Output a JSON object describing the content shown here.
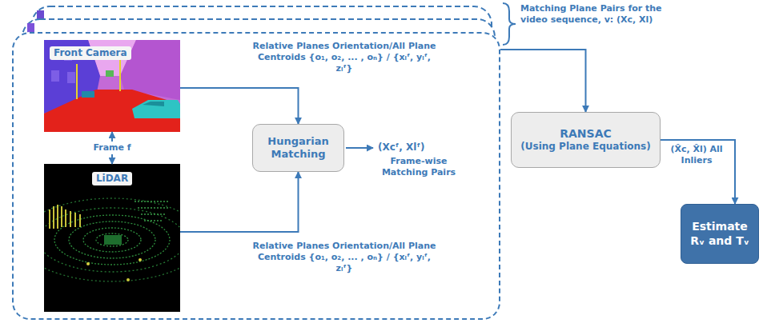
{
  "diagram": {
    "nodes": [
      {
        "text": [
          "Matching Plane Pairs for the video sequence, v: (Xc, Xl)"
        ]
      },
      {
        "text": [
          "Front Camera"
        ],
        "in": 0
      },
      {
        "text": [
          "LiDAR"
        ],
        "in": 0
      },
      {
        "text": [
          "Hungarian Matching"
        ],
        "in": 0
      },
      {
        "text": [
          "RANSAC",
          "(Using Plane Equations)"
        ]
      },
      {
        "text": [
          "Estimate Rᵥ and Tᵥ"
        ]
      }
    ],
    "edges": [
      {
        "from": 1,
        "to": 2,
        "arrow": "both",
        "label": "Frame f"
      },
      {
        "from": 1,
        "to": 3,
        "arrow": "to",
        "label": "Relative Planes Orientation/All Plane Centroids {o₁, o₂, ... , oₙ} / {xₗᶠ, yₗᶠ, zₗᶠ}"
      },
      {
        "from": 2,
        "to": 3,
        "arrow": "to",
        "label": "Relative Planes Orientation/All Plane Centroids {o₁, o₂, ... , oₙ} / {xₗᶠ, yₗᶠ, zₗᶠ}"
      },
      {
        "from": 0,
        "to": 4,
        "arrow": "to"
      },
      {
        "from": 4,
        "to": 5,
        "arrow": "to",
        "label": "(X̂c, X̂l) All Inliers"
      }
    ],
    "labels": [
      "(Xcᶠ, Xlᶠ)",
      "Frame-wise Matching Pairs"
    ]
  }
}
